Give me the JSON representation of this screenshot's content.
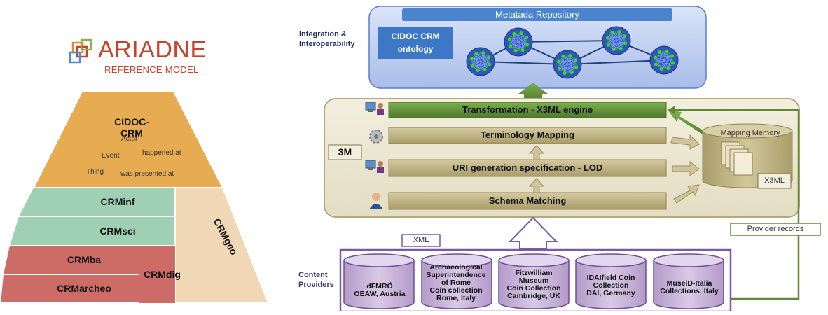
{
  "logo": {
    "title": "ARIADNE",
    "subtitle": "REFERENCE MODEL"
  },
  "pyramid": {
    "top": {
      "title": "CIDOC-CRM",
      "terms": [
        "Actor",
        "Event",
        "happened at",
        "Thing",
        "was presented at"
      ]
    },
    "layers": [
      "CRMinf",
      "CRMsci",
      "CRMba",
      "CRMarcheo",
      "CRMdig",
      "CRMgeo"
    ]
  },
  "labels": {
    "integration": [
      "Integration &",
      "Interoperability"
    ],
    "content_providers": [
      "Content",
      "Providers"
    ]
  },
  "repository": {
    "title": "Metatada Repository",
    "ontology": [
      "CIDOC CRM",
      "ontology"
    ]
  },
  "pipeline": {
    "badge": "3M",
    "steps": [
      "Transformation - X3ML engine",
      "Terminology Mapping",
      "URI generation specification - LOD",
      "Schema Matching"
    ],
    "memory_title": "Mapping Memory",
    "memory_tag": "X3ML"
  },
  "xml_tag": "XML",
  "provider_records": "Provider records",
  "providers": [
    [
      "dFMRÖ",
      "OEAW, Austria"
    ],
    [
      "Archaeological",
      "Superintendence",
      "of Rome",
      "Coin collection",
      "Rome, Italy"
    ],
    [
      "Fitzwilliam",
      "Museum",
      "Coin Collection",
      "Cambridge, UK"
    ],
    [
      "IDAIfield Coin",
      "Collection",
      "DAI, Germany"
    ],
    [
      "MuseiD-Italia",
      "Collections, Italy"
    ]
  ],
  "colors": {
    "orange": "#e7ab52",
    "teal": "#9fd0b4",
    "red": "#cd6b67",
    "tan": "#f0d8b6",
    "blue_panel": "#b9c9ef",
    "dark_blue": "#2f6fc0",
    "olive": "#b6ab7a",
    "green": "#5d8a35",
    "purple": "#7b58a4",
    "lavender": "#c9b3d9",
    "logo_red": "#c9412b",
    "logo_orange": "#e2863a"
  }
}
